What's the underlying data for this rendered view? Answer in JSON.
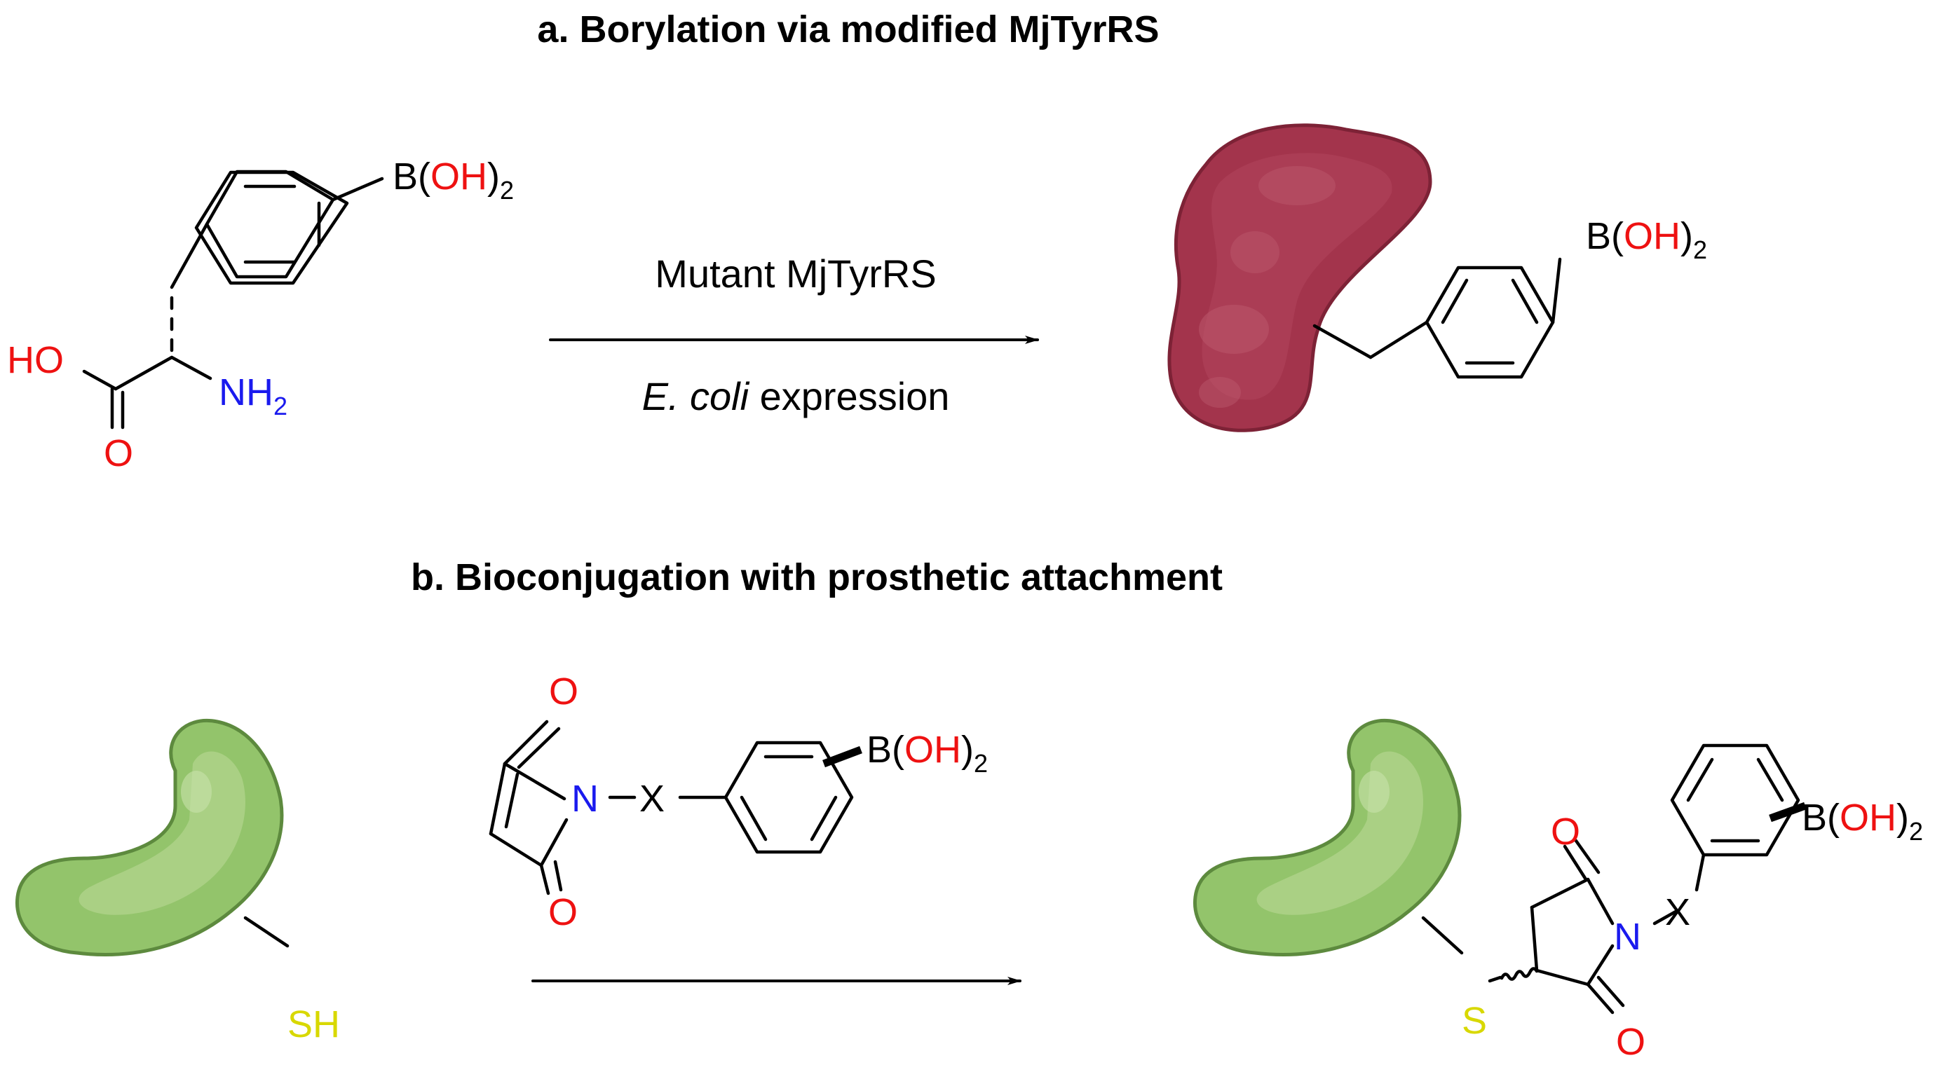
{
  "panel_a": {
    "title": "a. Borylation via modified MjTyrRS",
    "reagent_labels": {
      "boronic_acid": {
        "prefix": "B(",
        "oh": "OH",
        "close": ")",
        "sub": "2"
      },
      "hydroxyl": "HO",
      "carbonyl_oxygen": "O",
      "amine": {
        "nh": "NH",
        "sub": "2"
      }
    },
    "arrow_conditions": {
      "above": "Mutant MjTyrRS",
      "below_italic": "E. coli",
      "below_rest": " expression"
    },
    "product_labels": {
      "boronic_acid": {
        "prefix": "B(",
        "oh": "OH",
        "close": ")",
        "sub": "2"
      }
    },
    "protein_color": "#a3344c"
  },
  "panel_b": {
    "title": "b. Bioconjugation with prosthetic attachment",
    "protein_thiol": "SH",
    "maleimide_labels": {
      "o_top": "O",
      "o_bottom": "O",
      "nitrogen": "N",
      "linker": "X",
      "boronic_acid": {
        "prefix": "B(",
        "oh": "OH",
        "close": ")",
        "sub": "2"
      }
    },
    "product_labels": {
      "o_top": "O",
      "o_bottom": "O",
      "nitrogen": "N",
      "linker": "X",
      "sulfur": "S",
      "boronic_acid": {
        "prefix": "B(",
        "oh": "OH",
        "close": ")",
        "sub": "2"
      }
    },
    "protein_color": "#93c46b"
  },
  "colors": {
    "oxygen": "#ee1111",
    "nitrogen": "#1a1aee",
    "sulfur": "#d8d800",
    "bond": "#000000"
  }
}
